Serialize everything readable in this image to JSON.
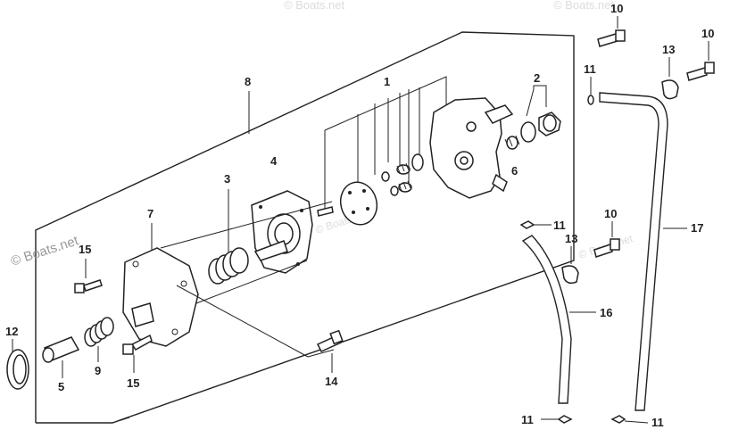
{
  "watermark": {
    "text": "© Boats.net"
  },
  "callouts": {
    "p1": "1",
    "p2": "2",
    "p3": "3",
    "p4": "4",
    "p5": "5",
    "p6": "6",
    "p7": "7",
    "p8": "8",
    "p9": "9",
    "p10a": "10",
    "p10b": "10",
    "p10c": "10",
    "p11a": "11",
    "p11b": "11",
    "p11c": "11",
    "p11d": "11",
    "p12": "12",
    "p13a": "13",
    "p13b": "13",
    "p14": "14",
    "p15a": "15",
    "p15b": "15",
    "p16": "16",
    "p17": "17"
  }
}
